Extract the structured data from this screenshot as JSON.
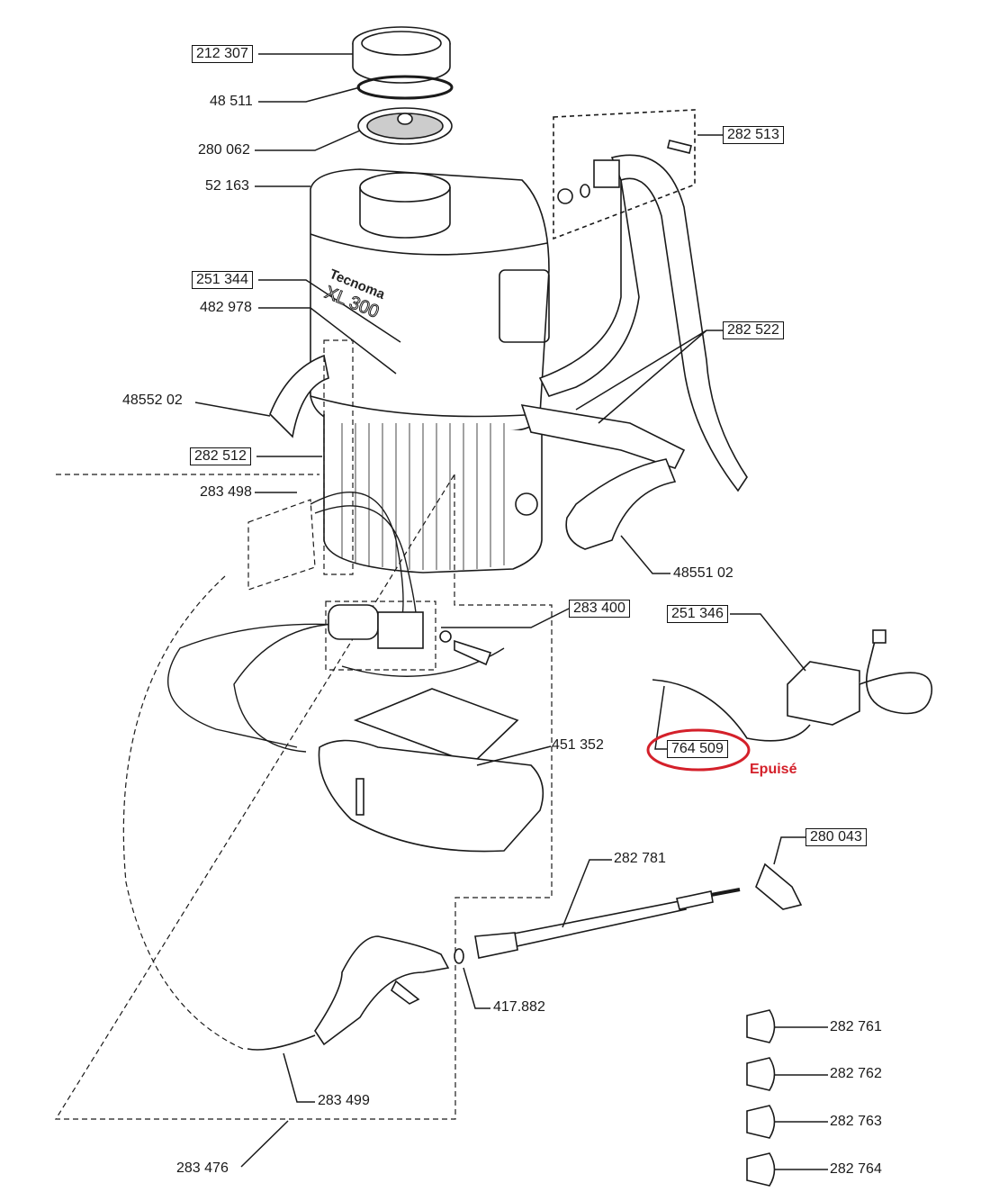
{
  "diagram": {
    "brand": "Tecnoma",
    "model": "XL 300",
    "labels": [
      {
        "text": "212 307",
        "boxed": true
      },
      {
        "text": "48 511",
        "boxed": false
      },
      {
        "text": "280 062",
        "boxed": false
      },
      {
        "text": "52 163",
        "boxed": false
      },
      {
        "text": "251 344",
        "boxed": true
      },
      {
        "text": "482 978",
        "boxed": false
      },
      {
        "text": "48552 02",
        "boxed": false
      },
      {
        "text": "282 512",
        "boxed": true
      },
      {
        "text": "283 498",
        "boxed": false
      },
      {
        "text": "282 513",
        "boxed": true
      },
      {
        "text": "282 522",
        "boxed": true
      },
      {
        "text": "48551 02",
        "boxed": false
      },
      {
        "text": "283 400",
        "boxed": true
      },
      {
        "text": "251 346",
        "boxed": true
      },
      {
        "text": "764 509",
        "boxed": true
      },
      {
        "text": "451 352",
        "boxed": false
      },
      {
        "text": "280 043",
        "boxed": true
      },
      {
        "text": "282 781",
        "boxed": false
      },
      {
        "text": "417.882",
        "boxed": false
      },
      {
        "text": "282 761",
        "boxed": false
      },
      {
        "text": "282 762",
        "boxed": false
      },
      {
        "text": "282 763",
        "boxed": false
      },
      {
        "text": "282 764",
        "boxed": false
      },
      {
        "text": "283 499",
        "boxed": false
      },
      {
        "text": "283 476",
        "boxed": false
      }
    ],
    "status_note": "Epuisé",
    "colors": {
      "line": "#1a1a1a",
      "highlight": "#d4202a"
    }
  }
}
